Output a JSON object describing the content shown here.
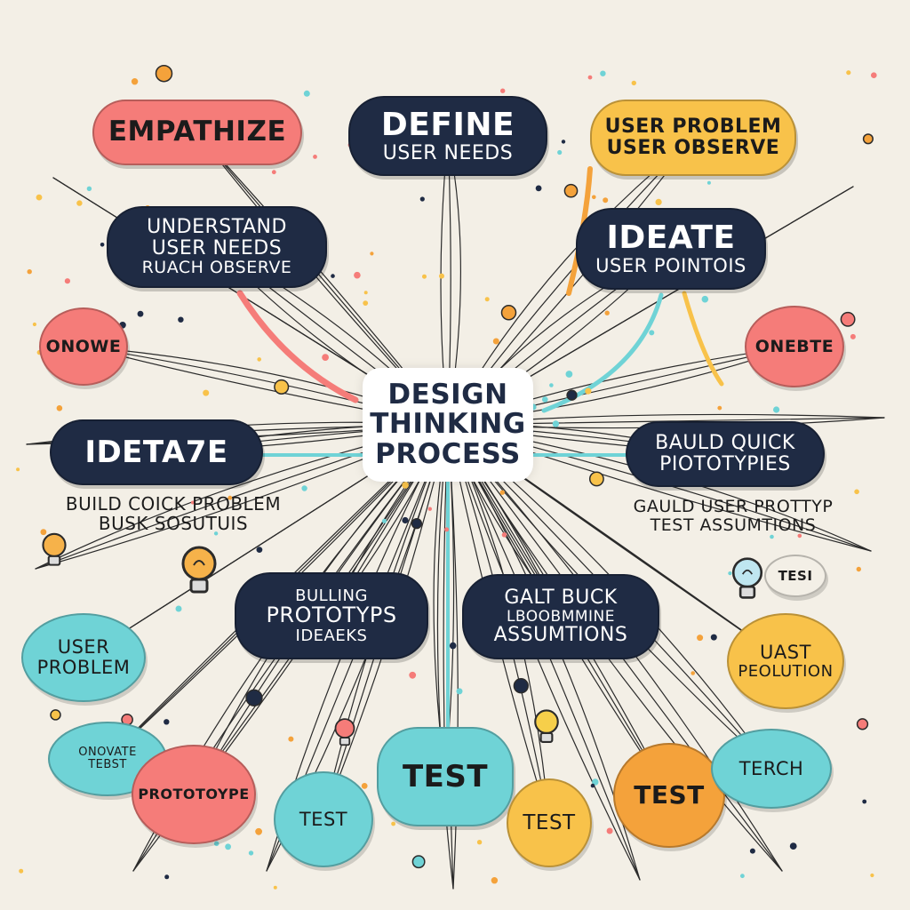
{
  "center": {
    "lines": [
      "DESIGN",
      "THINKING",
      "PROCESS"
    ]
  },
  "nodes": {
    "empathize": {
      "lines": [
        "EMPATHIZE"
      ]
    },
    "define": {
      "lines": [
        "DEFINE",
        "USER NEEDS"
      ]
    },
    "user_problem_observe": {
      "lines": [
        "USER PROBLEM",
        "USER OBSERVE"
      ]
    },
    "understand": {
      "lines": [
        "UNDERSTAND",
        "USER NEEDS",
        "RUACH OBSERVE"
      ]
    },
    "ideate_top": {
      "lines": [
        "IDEATE",
        "USER POINTOIS"
      ]
    },
    "onowe": {
      "lines": [
        "ONOWE"
      ]
    },
    "onebte": {
      "lines": [
        "ONEBTE"
      ]
    },
    "idetate": {
      "lines": [
        "IDETA7E"
      ]
    },
    "build_quick": {
      "lines": [
        "BAULD QUICK",
        "PIOTOTYPIES"
      ]
    },
    "bulling": {
      "lines": [
        "BULLING",
        "PROTOTYPS",
        "IDEAEKS"
      ]
    },
    "galt_buck": {
      "lines": [
        "GALT BUCK",
        "LBOOBMMINE",
        "ASSUMTIONS"
      ]
    },
    "user_problem_bubble": {
      "lines": [
        "USER",
        "PROBLEM"
      ]
    },
    "uast": {
      "lines": [
        "UAST",
        "PEOLUTION"
      ]
    },
    "test_leaf": {
      "lines": [
        "TESI"
      ]
    },
    "onovate": {
      "lines": [
        "ONOVATE",
        "TEBST"
      ]
    },
    "prototype": {
      "lines": [
        "PROTOTOYPE"
      ]
    },
    "test_1": {
      "lines": [
        "TEST"
      ]
    },
    "test_2": {
      "lines": [
        "TEST"
      ]
    },
    "test_3": {
      "lines": [
        "TEST"
      ]
    },
    "test_4": {
      "lines": [
        "TEST"
      ]
    },
    "teach": {
      "lines": [
        "TERCH"
      ]
    }
  },
  "captions": {
    "left": {
      "lines": [
        "BUILD COICK PROBLEM",
        "BUSK SOSUTUIS"
      ]
    },
    "right": {
      "lines": [
        "GAULD USER PROTTYP",
        "TEST ASSUMTIONS"
      ]
    }
  },
  "colors": {
    "background": "#f3efe6",
    "navy": "#1f2b44",
    "coral": "#f57c79",
    "amber": "#f8c24a",
    "teal": "#6fd3d6",
    "orange": "#f4a23b",
    "line": "#2b2b2b"
  },
  "icons": [
    "lightbulb-icon",
    "lightbulb-icon",
    "lightbulb-icon",
    "lightbulb-icon",
    "lightbulb-icon"
  ]
}
